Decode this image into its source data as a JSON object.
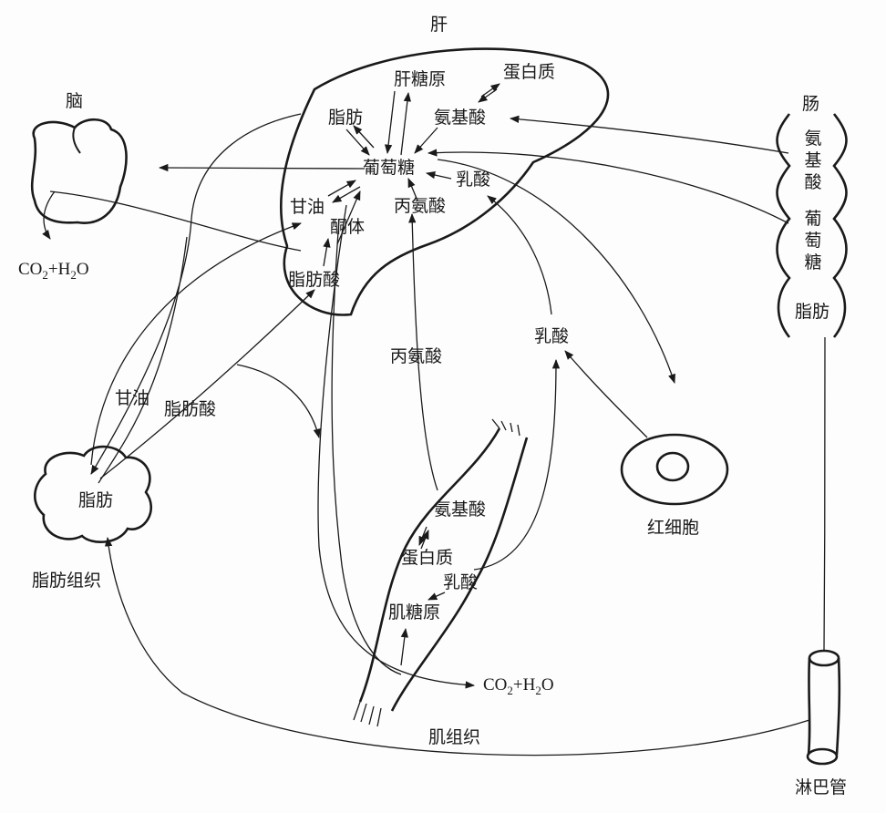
{
  "organs": {
    "liver": "肝",
    "brain": "脑",
    "intestine": "肠",
    "adipose_tissue": "脂肪组织",
    "red_blood_cell": "红细胞",
    "muscle_tissue": "肌组织",
    "lymph_duct": "淋巴管"
  },
  "liver": {
    "glycogen": "肝糖原",
    "protein": "蛋白质",
    "fat": "脂肪",
    "amino_acid": "氨基酸",
    "glucose": "葡萄糖",
    "lactate": "乳酸",
    "glycerol": "甘油",
    "alanine": "丙氨酸",
    "ketone_bodies": "酮体",
    "fatty_acid": "脂肪酸"
  },
  "intestine": {
    "amino_acid": "氨基酸",
    "glucose": "葡萄糖",
    "fat": "脂肪"
  },
  "brain": {
    "co2_h2o": {
      "a": "CO",
      "b": "2",
      "c": "+H",
      "d": "2",
      "e": "O"
    }
  },
  "blood": {
    "alanine": "丙氨酸",
    "lactate": "乳酸",
    "glycerol": "甘油",
    "fatty_acid": "脂肪酸"
  },
  "adipose": {
    "fat": "脂肪"
  },
  "muscle": {
    "amino_acid": "氨基酸",
    "protein": "蛋白质",
    "lactate": "乳酸",
    "glycogen": "肌糖原",
    "co2_h2o": {
      "a": "CO",
      "b": "2",
      "c": "+H",
      "d": "2",
      "e": "O"
    }
  }
}
